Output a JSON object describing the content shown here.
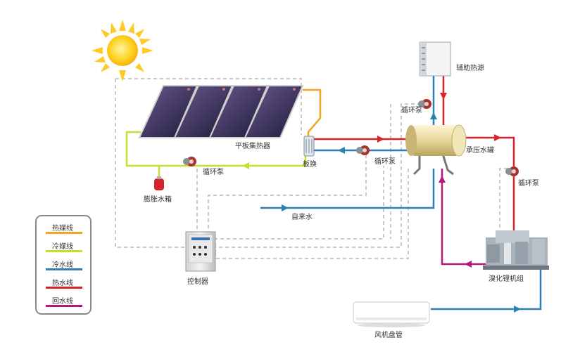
{
  "labels": {
    "aux_heat": "辅助热源",
    "pump_top": "循环泵",
    "collector": "平板集热器",
    "tank": "承压水罐",
    "exchanger": "板换",
    "pump_mid": "循环泵",
    "pump_left": "循环泵",
    "pump_right": "循环泵",
    "expansion_tank": "膨胀水箱",
    "tap_water": "自来水",
    "controller": "控制器",
    "chiller": "溴化锂机组",
    "fan_coil": "风机盘管"
  },
  "legend": [
    {
      "label": "热媒线",
      "color": "#f2a51b"
    },
    {
      "label": "冷媒线",
      "color": "#c9dd2c"
    },
    {
      "label": "冷水线",
      "color": "#2f7fb5"
    },
    {
      "label": "热水线",
      "color": "#d8232a"
    },
    {
      "label": "回水线",
      "color": "#b5177f"
    }
  ],
  "colors": {
    "hot_medium": "#f2a51b",
    "cold_medium": "#c9dd2c",
    "cold_water": "#2f7fb5",
    "hot_water": "#d8232a",
    "return_water": "#b5177f",
    "control_wire": "#c8c8c8"
  }
}
